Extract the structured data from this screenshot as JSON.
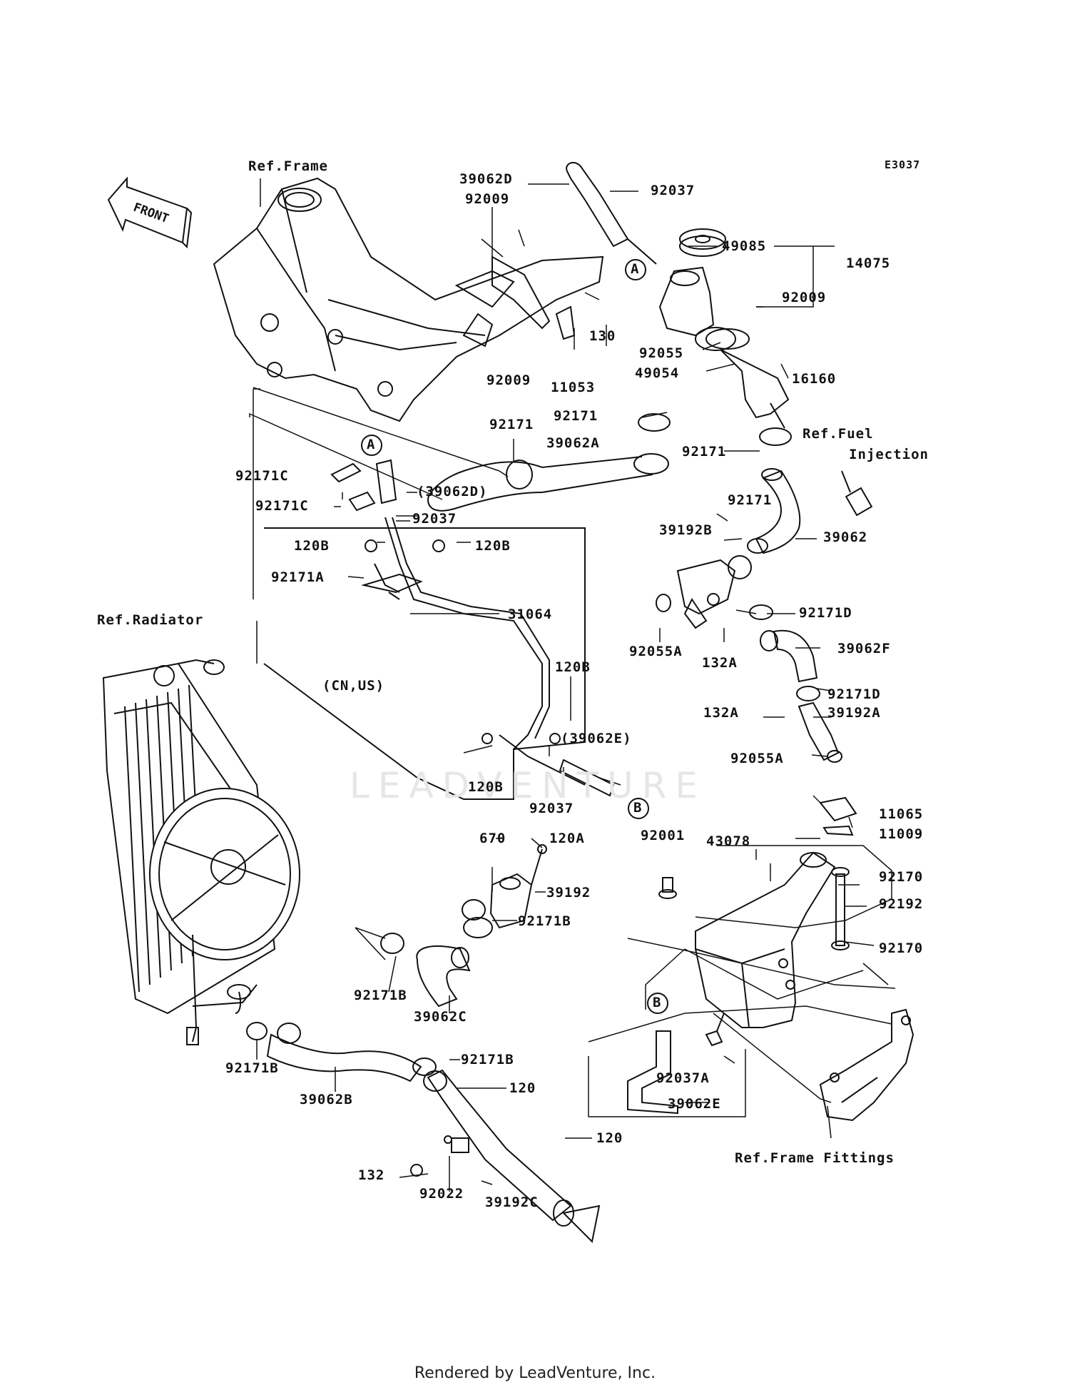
{
  "diagram_code": "E3037",
  "front_arrow": "FRONT",
  "watermark": "LEADVENTURE",
  "footer": "Rendered by LeadVenture, Inc.",
  "refs": {
    "frame": "Ref.Frame",
    "radiator": "Ref.Radiator",
    "fuel_1": "Ref.Fuel",
    "fuel_2": "Injection",
    "frame_fittings": "Ref.Frame Fittings"
  },
  "markers": {
    "a": "A",
    "b": "B"
  },
  "region_note": "(CN,US)",
  "labels": {
    "p39062D_top": "39062D",
    "p92009_top": "92009",
    "p92037_top": "92037",
    "p49085": "49085",
    "p14075": "14075",
    "p92009_right": "92009",
    "p130": "130",
    "p92055": "92055",
    "p49054": "49054",
    "p16160": "16160",
    "p92009_bottom": "92009",
    "p11053": "11053",
    "p92171_mid": "92171",
    "p92171_left": "92171",
    "p39062A": "39062A",
    "p92171_right": "92171",
    "p92171C_1": "92171C",
    "p92171C_2": "92171C",
    "p39062D_paren": "(39062D)",
    "p92037_mid": "92037",
    "p120B_1": "120B",
    "p120B_2": "120B",
    "p92171A": "92171A",
    "p31064": "31064",
    "p120B_3": "120B",
    "p120B_4": "120B",
    "p92171_r2": "92171",
    "p39192B": "39192B",
    "p39062": "39062",
    "p92171D_1": "92171D",
    "p92055A_1": "92055A",
    "p132A_1": "132A",
    "p39062F": "39062F",
    "p92171D_2": "92171D",
    "p132A_2": "132A",
    "p39192A": "39192A",
    "p92055A_2": "92055A",
    "p39062E_paren": "(39062E)",
    "p92037_low": "92037",
    "p11065": "11065",
    "p11009": "11009",
    "p670": "670",
    "p120A": "120A",
    "p92001": "92001",
    "p43078": "43078",
    "p92170_1": "92170",
    "p92192": "92192",
    "p92170_2": "92170",
    "p39192": "39192",
    "p92171B_1": "92171B",
    "p92171B_2": "92171B",
    "p39062C": "39062C",
    "p92171B_3": "92171B",
    "p92171B_4": "92171B",
    "p39062B": "39062B",
    "p120_1": "120",
    "p120_2": "120",
    "p92037A": "92037A",
    "p39062E": "39062E",
    "p132": "132",
    "p92022": "92022",
    "p39192C": "39192C"
  }
}
